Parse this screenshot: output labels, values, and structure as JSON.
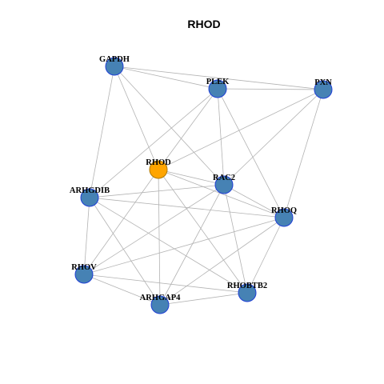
{
  "title": "RHOD",
  "colors": {
    "edge": "#b3b3b3",
    "node_fill": "#4682b4",
    "node_stroke": "#1f3fd6",
    "focus_fill": "#ffa500",
    "focus_stroke": "#b07a00"
  },
  "nodes": [
    {
      "id": "GAPDH",
      "label": "GAPDH",
      "focus": false
    },
    {
      "id": "PLEK",
      "label": "PLEK",
      "focus": false
    },
    {
      "id": "PXN",
      "label": "PXN",
      "focus": false
    },
    {
      "id": "RHOD",
      "label": "RHOD",
      "focus": true
    },
    {
      "id": "RAC2",
      "label": "RAC2",
      "focus": false
    },
    {
      "id": "ARHGDIB",
      "label": "ARHGDIB",
      "focus": false
    },
    {
      "id": "RHOQ",
      "label": "RHOQ",
      "focus": false
    },
    {
      "id": "RHOV",
      "label": "RHOV",
      "focus": false
    },
    {
      "id": "RHOBTB2",
      "label": "RHOBTB2",
      "focus": false
    },
    {
      "id": "ARHGAP4",
      "label": "ARHGAP4",
      "focus": false
    }
  ],
  "edges": [
    [
      "GAPDH",
      "PLEK"
    ],
    [
      "GAPDH",
      "PXN"
    ],
    [
      "GAPDH",
      "RHOD"
    ],
    [
      "GAPDH",
      "RAC2"
    ],
    [
      "GAPDH",
      "ARHGDIB"
    ],
    [
      "PLEK",
      "PXN"
    ],
    [
      "PLEK",
      "RHOD"
    ],
    [
      "PLEK",
      "RAC2"
    ],
    [
      "PLEK",
      "ARHGDIB"
    ],
    [
      "PLEK",
      "RHOQ"
    ],
    [
      "PXN",
      "RHOD"
    ],
    [
      "PXN",
      "RAC2"
    ],
    [
      "PXN",
      "RHOQ"
    ],
    [
      "RHOD",
      "RAC2"
    ],
    [
      "RHOD",
      "RHOQ"
    ],
    [
      "RHOD",
      "RHOV"
    ],
    [
      "RHOD",
      "ARHGAP4"
    ],
    [
      "RHOD",
      "RHOBTB2"
    ],
    [
      "RAC2",
      "ARHGDIB"
    ],
    [
      "RAC2",
      "RHOQ"
    ],
    [
      "RAC2",
      "RHOV"
    ],
    [
      "RAC2",
      "ARHGAP4"
    ],
    [
      "RAC2",
      "RHOBTB2"
    ],
    [
      "ARHGDIB",
      "RHOQ"
    ],
    [
      "ARHGDIB",
      "RHOV"
    ],
    [
      "ARHGDIB",
      "ARHGAP4"
    ],
    [
      "ARHGDIB",
      "RHOBTB2"
    ],
    [
      "RHOQ",
      "RHOV"
    ],
    [
      "RHOQ",
      "ARHGAP4"
    ],
    [
      "RHOQ",
      "RHOBTB2"
    ],
    [
      "RHOV",
      "RHOBTB2"
    ],
    [
      "RHOV",
      "ARHGAP4"
    ],
    [
      "ARHGAP4",
      "RHOBTB2"
    ]
  ]
}
